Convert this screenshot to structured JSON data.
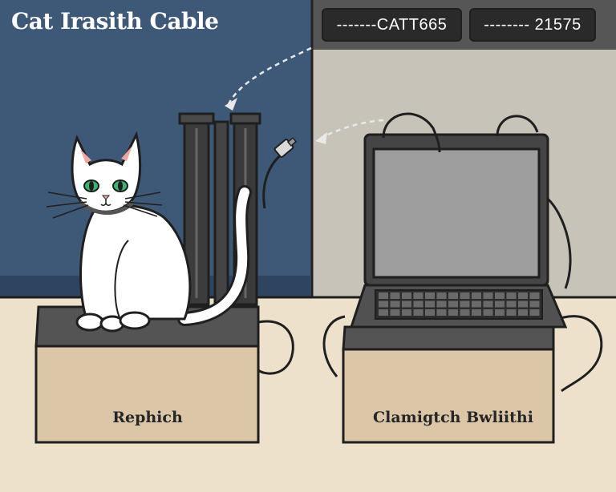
{
  "title": "Cat Irasith Cable",
  "labels": [
    {
      "text": "-------CATT665"
    },
    {
      "text": "--------  21575"
    }
  ],
  "boxes": {
    "left_text": "Rephich",
    "right_text": "Clamigtch Bwliithi"
  },
  "colors": {
    "wall_left": "#3e5877",
    "wall_right": "#c8c3b8",
    "floor": "#ede1cc",
    "box_front": "#dcc6a8",
    "box_top": "#545454",
    "laptop_body": "#454545",
    "laptop_screen": "#9e9e9e",
    "cat_eye": "#3cb371",
    "title_text": "#ffffff",
    "label_bg": "#2a2a2a",
    "label_text": "#ffffff",
    "box_text": "#262626"
  },
  "icons": [
    "cat-illustration",
    "router-antenna-icon",
    "laptop-icon",
    "cable-icon",
    "arrow-icon"
  ]
}
